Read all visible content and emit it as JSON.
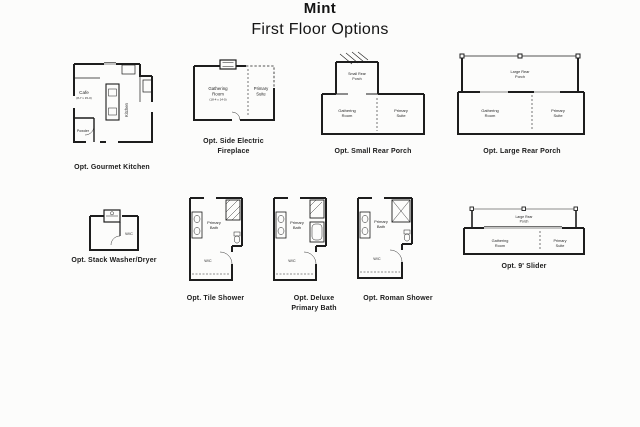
{
  "title": {
    "name": "Mint",
    "subtitle": "First Floor Options"
  },
  "colors": {
    "background": "#fcfcfb",
    "line": "#1d1d1d",
    "text": "#1b1b1b"
  },
  "plans": {
    "gourmet_kitchen": {
      "caption": "Opt. Gourmet Kitchen",
      "labels": {
        "cafe": "Cafe",
        "cafe_dims": "(8-7 x 15-0)",
        "kitchen": "Kitchen",
        "powder": "Powder"
      }
    },
    "side_fireplace": {
      "caption": "Opt. Side Electric Fireplace",
      "labels": {
        "gathering_line1": "Gathering",
        "gathering_line2": "Room",
        "gathering_dims": "(18-4 x 14-0)",
        "primary_line1": "Primary",
        "primary_line2": "Suite"
      }
    },
    "small_rear_porch": {
      "caption": "Opt. Small Rear Porch",
      "labels": {
        "porch_line1": "Small Rear",
        "porch_line2": "Porch",
        "gathering_line1": "Gathering",
        "gathering_line2": "Room",
        "primary_line1": "Primary",
        "primary_line2": "Suite"
      }
    },
    "large_rear_porch": {
      "caption": "Opt. Large Rear Porch",
      "labels": {
        "porch_line1": "Large Rear",
        "porch_line2": "Porch",
        "gathering_line1": "Gathering",
        "gathering_line2": "Room",
        "primary_line1": "Primary",
        "primary_line2": "Suite"
      }
    },
    "stack_washer_dryer": {
      "caption": "Opt. Stack Washer/Dryer",
      "labels": {
        "wc": "W/C"
      }
    },
    "tile_shower": {
      "caption": "Opt. Tile Shower",
      "labels": {
        "bath_line1": "Primary",
        "bath_line2": "Bath",
        "wc": "W/C"
      }
    },
    "deluxe_primary_bath": {
      "caption": "Opt. Deluxe Primary Bath",
      "labels": {
        "bath_line1": "Primary",
        "bath_line2": "Bath",
        "wc": "W/C"
      }
    },
    "roman_shower": {
      "caption": "Opt. Roman Shower",
      "labels": {
        "bath_line1": "Primary",
        "bath_line2": "Bath",
        "wc": "W/C"
      }
    },
    "slider_9ft": {
      "caption": "Opt. 9' Slider",
      "labels": {
        "porch_line1": "Large Rear",
        "porch_line2": "Porch",
        "gathering_line1": "Gathering",
        "gathering_line2": "Room",
        "primary_line1": "Primary",
        "primary_line2": "Suite"
      }
    }
  }
}
